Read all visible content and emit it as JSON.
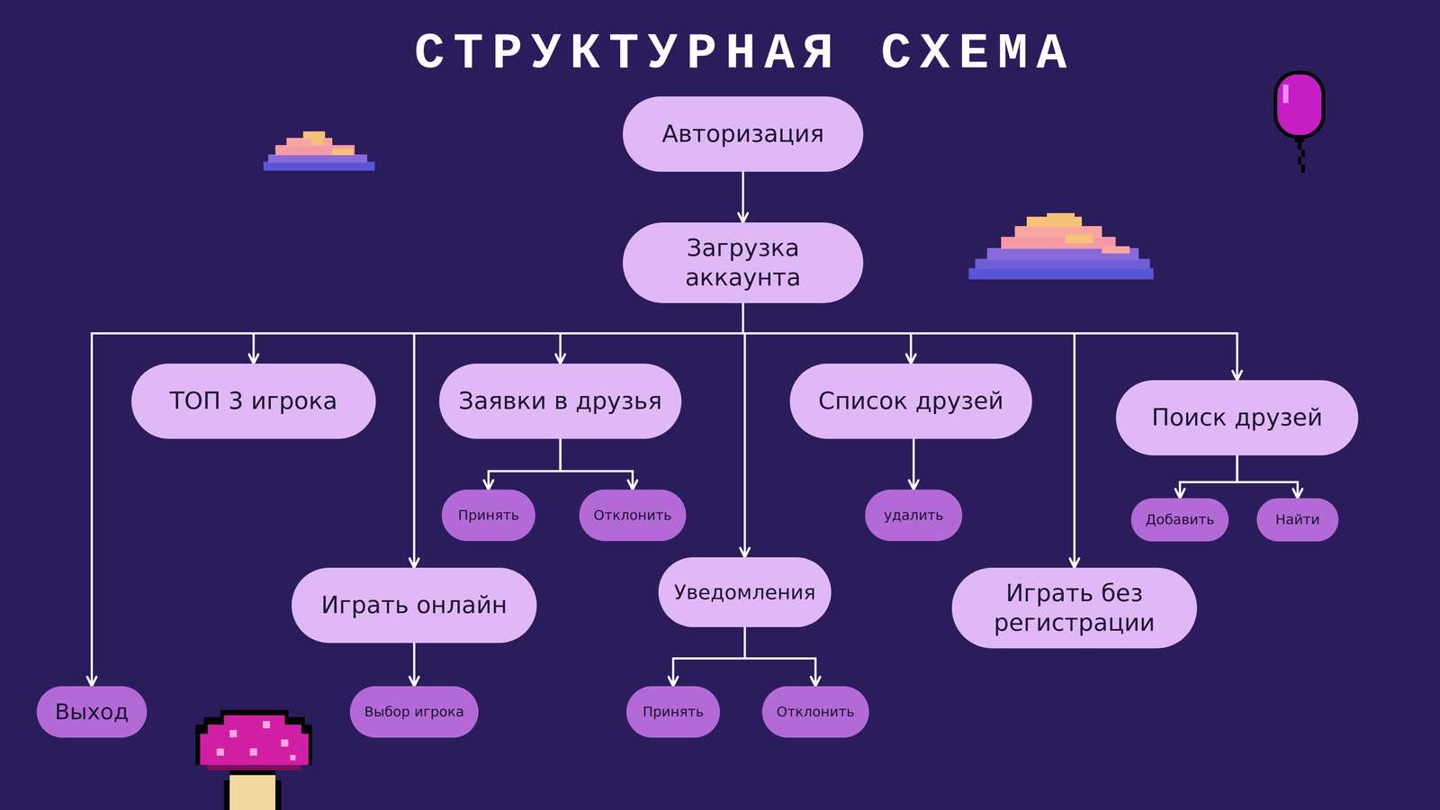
{
  "diagram": {
    "title": "СТРУКТУРНАЯ СХЕМА",
    "nodes": [
      {
        "text": [
          "Авторизация"
        ]
      },
      {
        "text": [
          "Загрузка аккаунта"
        ]
      },
      {
        "text": [
          "ТОП 3 игрока"
        ]
      },
      {
        "text": [
          "Заявки в друзья"
        ]
      },
      {
        "text": [
          "Принять"
        ]
      },
      {
        "text": [
          "Отклонить"
        ]
      },
      {
        "text": [
          "Список друзей"
        ]
      },
      {
        "text": [
          "удалить"
        ]
      },
      {
        "text": [
          "Поиск друзей"
        ]
      },
      {
        "text": [
          "Добавить"
        ]
      },
      {
        "text": [
          "Найти"
        ]
      },
      {
        "text": [
          "Играть онлайн"
        ]
      },
      {
        "text": [
          "Выбор игрока"
        ]
      },
      {
        "text": [
          "Уведомления"
        ]
      },
      {
        "text": [
          "Принять"
        ]
      },
      {
        "text": [
          "Отклонить"
        ]
      },
      {
        "text": [
          "Играть без регистрации"
        ]
      },
      {
        "text": [
          "Выход"
        ]
      }
    ],
    "edges": [
      {
        "from": 0,
        "to": 1,
        "arrow": "to"
      },
      {
        "from": 1,
        "to": 2,
        "arrow": "to"
      },
      {
        "from": 1,
        "to": 3,
        "arrow": "to"
      },
      {
        "from": 1,
        "to": 6,
        "arrow": "to"
      },
      {
        "from": 1,
        "to": 8,
        "arrow": "to"
      },
      {
        "from": 1,
        "to": 11,
        "arrow": "to"
      },
      {
        "from": 1,
        "to": 13,
        "arrow": "to"
      },
      {
        "from": 1,
        "to": 16,
        "arrow": "to"
      },
      {
        "from": 1,
        "to": 17,
        "arrow": "to"
      },
      {
        "from": 3,
        "to": 4,
        "arrow": "to"
      },
      {
        "from": 3,
        "to": 5,
        "arrow": "to"
      },
      {
        "from": 6,
        "to": 7,
        "arrow": "to"
      },
      {
        "from": 8,
        "to": 9,
        "arrow": "to"
      },
      {
        "from": 8,
        "to": 10,
        "arrow": "to"
      },
      {
        "from": 11,
        "to": 12,
        "arrow": "to"
      },
      {
        "from": 13,
        "to": 14,
        "arrow": "to"
      },
      {
        "from": 13,
        "to": 15,
        "arrow": "to"
      }
    ]
  }
}
